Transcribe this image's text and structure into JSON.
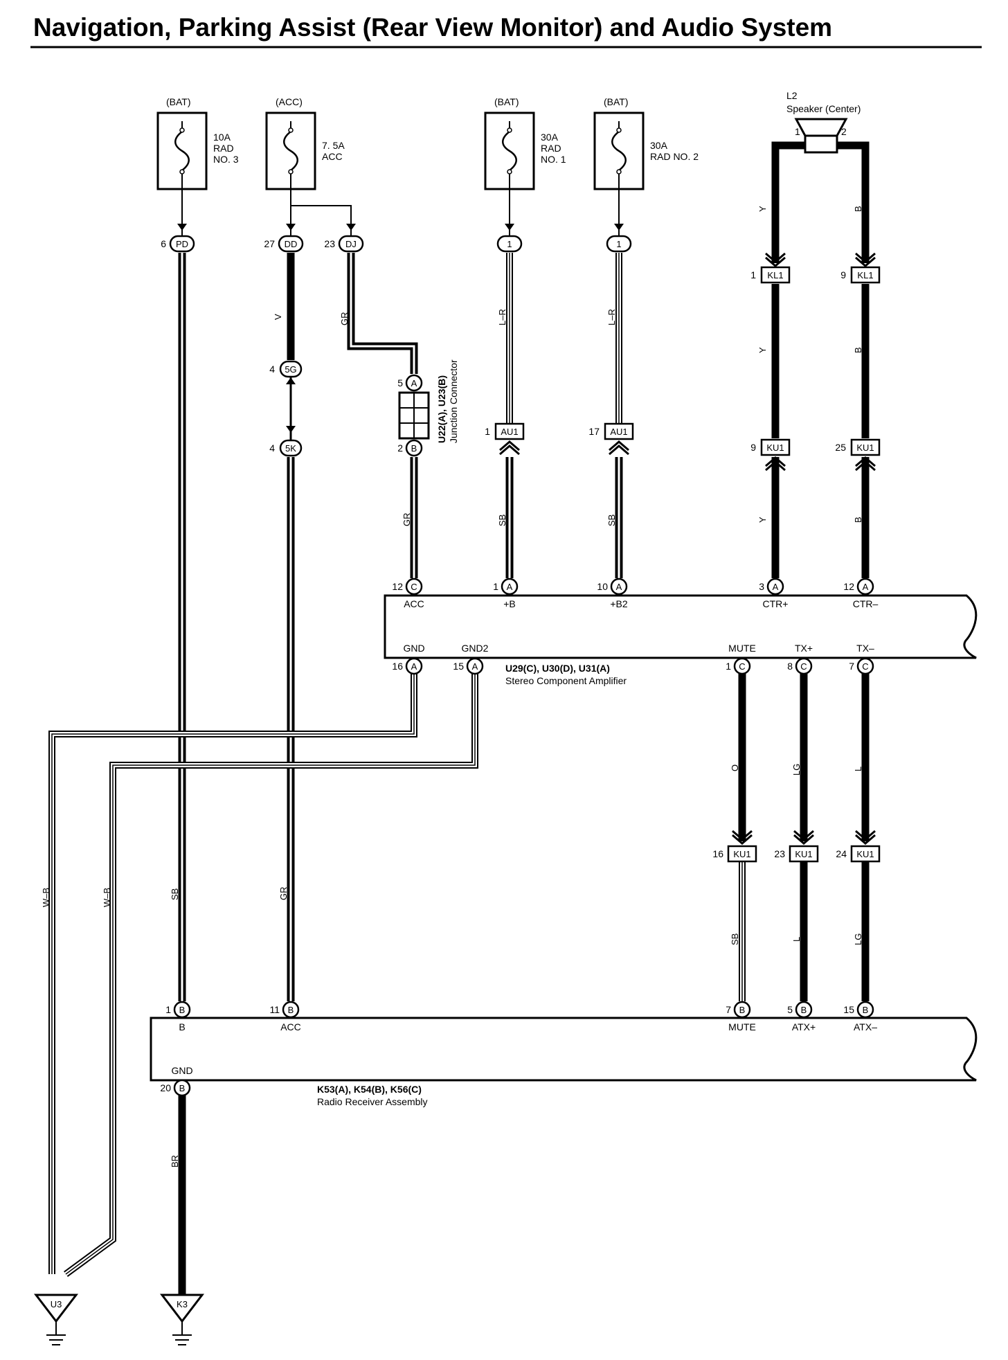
{
  "title": "Navigation, Parking Assist (Rear View Monitor) and Audio System",
  "fuses": [
    {
      "source": "(BAT)",
      "lines": [
        "10A",
        "RAD",
        "NO. 3"
      ]
    },
    {
      "source": "(ACC)",
      "lines": [
        "7. 5A",
        "ACC"
      ]
    },
    {
      "source": "(BAT)",
      "lines": [
        "30A",
        "RAD",
        "NO. 1"
      ]
    },
    {
      "source": "(BAT)",
      "lines": [
        "30A",
        "RAD NO. 2"
      ]
    }
  ],
  "speaker": {
    "id": "L2",
    "name": "Speaker (Center)",
    "pin1": "1",
    "pin2": "2"
  },
  "junction_top": [
    {
      "pin": "6",
      "code": "PD"
    },
    {
      "pin": "27",
      "code": "DD"
    },
    {
      "pin": "23",
      "code": "DJ"
    },
    {
      "code": "1"
    },
    {
      "code": "1"
    }
  ],
  "kl1": [
    {
      "pin": "1",
      "code": "KL1"
    },
    {
      "pin": "9",
      "code": "KL1"
    }
  ],
  "au1": [
    {
      "pin": "1",
      "code": "AU1"
    },
    {
      "pin": "17",
      "code": "AU1"
    }
  ],
  "ku1_top": [
    {
      "pin": "9",
      "code": "KU1"
    },
    {
      "pin": "25",
      "code": "KU1"
    }
  ],
  "g5": [
    {
      "pin": "4",
      "code": "5G"
    },
    {
      "pin": "4",
      "code": "5K"
    }
  ],
  "junction_connector": {
    "pinA": {
      "pin": "5",
      "code": "A"
    },
    "pinB": {
      "pin": "2",
      "code": "B"
    },
    "line1": "U22(A), U23(B)",
    "line2": "Junction Connector"
  },
  "wires": {
    "w_v": "V",
    "w_gr1": "GR",
    "w_lr1": "L–R",
    "w_lr2": "L–R",
    "w_y1": "Y",
    "w_b1": "B",
    "w_y2": "Y",
    "w_b2": "B",
    "w_gr2": "GR",
    "w_sb1": "SB",
    "w_sb2": "SB",
    "w_y3": "Y",
    "w_b3": "B",
    "w_o": "O",
    "w_lg1": "LG",
    "w_l1": "L",
    "w_wb1": "W–B",
    "w_wb2": "W–B",
    "w_sb3": "SB",
    "w_gr3": "GR",
    "w_sb4": "SB",
    "w_l2": "L",
    "w_lg2": "LG",
    "w_br": "BR"
  },
  "amplifier": {
    "top_pins": [
      {
        "pin": "12",
        "code": "C",
        "label": "ACC"
      },
      {
        "pin": "1",
        "code": "A",
        "label": "+B"
      },
      {
        "pin": "10",
        "code": "A",
        "label": "+B2"
      },
      {
        "pin": "3",
        "code": "A",
        "label": "CTR+"
      },
      {
        "pin": "12",
        "code": "A",
        "label": "CTR–"
      }
    ],
    "bottom_pins": [
      {
        "pin": "16",
        "code": "A",
        "label": "GND"
      },
      {
        "pin": "15",
        "code": "A",
        "label": "GND2"
      },
      {
        "pin": "1",
        "code": "C",
        "label": "MUTE"
      },
      {
        "pin": "8",
        "code": "C",
        "label": "TX+"
      },
      {
        "pin": "7",
        "code": "C",
        "label": "TX–"
      }
    ],
    "id": "U29(C), U30(D), U31(A)",
    "name": "Stereo Component Amplifier"
  },
  "ku1_bottom": [
    {
      "pin": "16",
      "code": "KU1"
    },
    {
      "pin": "23",
      "code": "KU1"
    },
    {
      "pin": "24",
      "code": "KU1"
    }
  ],
  "receiver": {
    "top_pins": [
      {
        "pin": "1",
        "code": "B",
        "label": "B"
      },
      {
        "pin": "11",
        "code": "B",
        "label": "ACC"
      },
      {
        "pin": "7",
        "code": "B",
        "label": "MUTE"
      },
      {
        "pin": "5",
        "code": "B",
        "label": "ATX+"
      },
      {
        "pin": "15",
        "code": "B",
        "label": "ATX–"
      }
    ],
    "gnd": {
      "pin": "20",
      "code": "B",
      "label": "GND"
    },
    "id": "K53(A), K54(B), K56(C)",
    "name": "Radio Receiver Assembly"
  },
  "grounds": [
    "U3",
    "K3"
  ]
}
